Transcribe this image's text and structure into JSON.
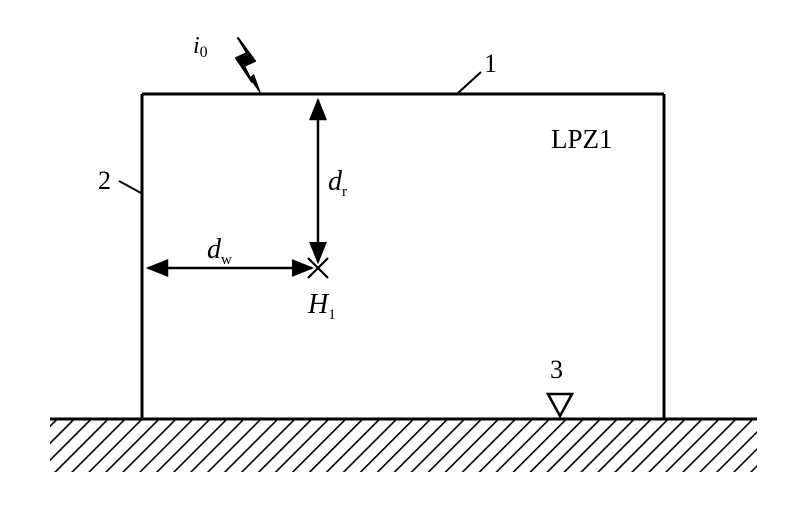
{
  "labels": {
    "callout_1": "1",
    "callout_2": "2",
    "callout_3": "3",
    "zone": "LPZ1",
    "current_main": "i",
    "current_sub": "0",
    "dr_main": "d",
    "dr_sub": "r",
    "dw_main": "d",
    "dw_sub": "w",
    "h_main": "H",
    "h_sub": "1"
  },
  "colors": {
    "line": "#000000",
    "background": "#ffffff"
  }
}
